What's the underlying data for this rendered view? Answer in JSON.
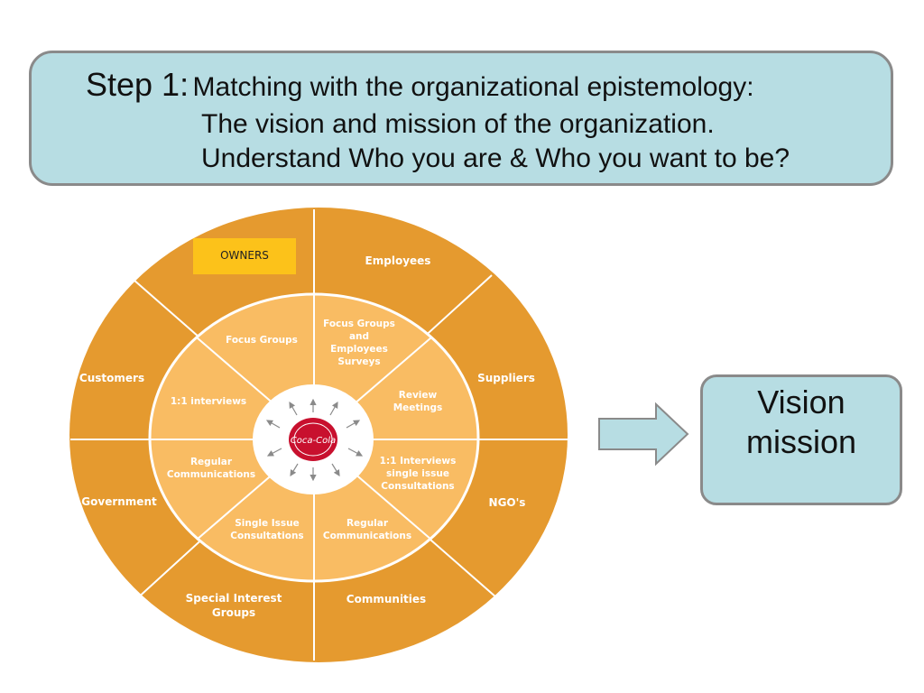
{
  "title": {
    "step": "Step 1:",
    "line1": "Matching with the organizational epistemology:",
    "line2": "The vision and mission of the organization.",
    "line3": "Understand Who you are & Who you want to be?"
  },
  "diagram": {
    "owners_label": "OWNERS",
    "outer_ring": {
      "employees": "Employees",
      "suppliers": "Suppliers",
      "ngos": "NGO's",
      "communities": "Communities",
      "special_interest_1": "Special Interest",
      "special_interest_2": "Groups",
      "government": "Government",
      "customers": "Customers"
    },
    "inner_ring": {
      "focus_groups": "Focus Groups",
      "fg_employees_1": "Focus Groups",
      "fg_employees_2": "and",
      "fg_employees_3": "Employees",
      "fg_employees_4": "Surveys",
      "review_1": "Review",
      "review_2": "Meetings",
      "interviews_single_1": "1:1 Interviews",
      "interviews_single_2": "single issue",
      "interviews_single_3": "Consultations",
      "regular_comm_right_1": "Regular",
      "regular_comm_right_2": "Communications",
      "single_issue_1": "Single Issue",
      "single_issue_2": "Consultations",
      "regular_comm_left_1": "Regular",
      "regular_comm_left_2": "Communications",
      "interviews_left": "1:1 interviews"
    },
    "center_logo": "Coca-Cola"
  },
  "vision_box": {
    "line1": "Vision",
    "line2": "mission"
  },
  "colors": {
    "outer_ring": "#e59a2f",
    "inner_ring": "#f9bc63",
    "owners_box": "#fcc21a",
    "box_fill": "#b7dde3",
    "box_border": "#8a8a8a",
    "logo_red": "#c8102e"
  }
}
